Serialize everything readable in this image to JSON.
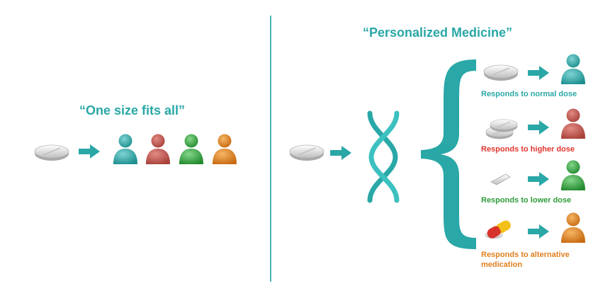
{
  "titles": {
    "left": "“One size fits all”",
    "right": "“Personalized Medicine”"
  },
  "responses": [
    {
      "label": "Responds to normal dose",
      "color": "#2aa7a7",
      "figure": "teal"
    },
    {
      "label": "Responds to higher dose",
      "color": "#e0352f",
      "figure": "red"
    },
    {
      "label": "Responds to lower dose",
      "color": "#2e9c3a",
      "figure": "green"
    },
    {
      "label_line1": "Responds to alternative",
      "label_line2": "medication",
      "color": "#e07f1d",
      "figure": "orange"
    }
  ],
  "colors": {
    "teal": "#2aa7a7",
    "red": "#c9514a",
    "green": "#3aa844",
    "orange": "#e68a22"
  },
  "icons": [
    "pill-icon",
    "arrow-icon",
    "person-icon",
    "dna-icon",
    "brace-icon",
    "capsule-icon"
  ]
}
